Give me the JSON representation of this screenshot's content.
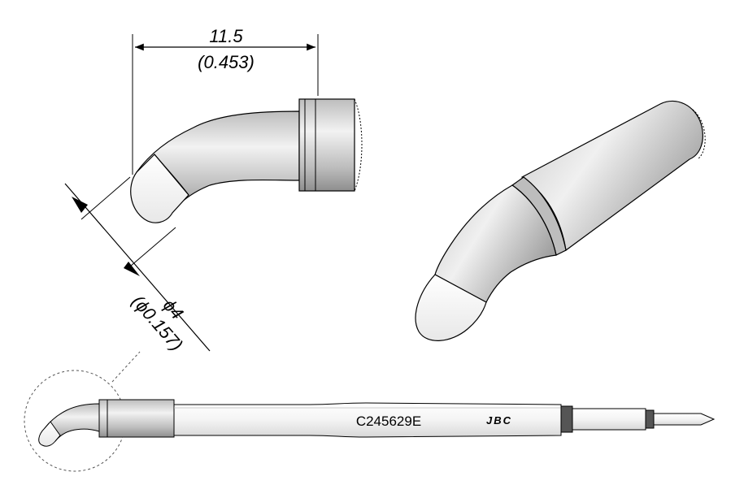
{
  "dimensions": {
    "length_mm": "11.5",
    "length_in": "(0.453)",
    "diameter_mm": "ϕ4",
    "diameter_in": "(ϕ0.157)"
  },
  "tip": {
    "part_number": "C245629E",
    "brand": "JBC"
  },
  "colors": {
    "body_dark": "#8a8a8a",
    "body_light": "#e6e6e6",
    "tip_white": "#ffffff",
    "band_dark": "#555555",
    "outline": "#000000"
  }
}
